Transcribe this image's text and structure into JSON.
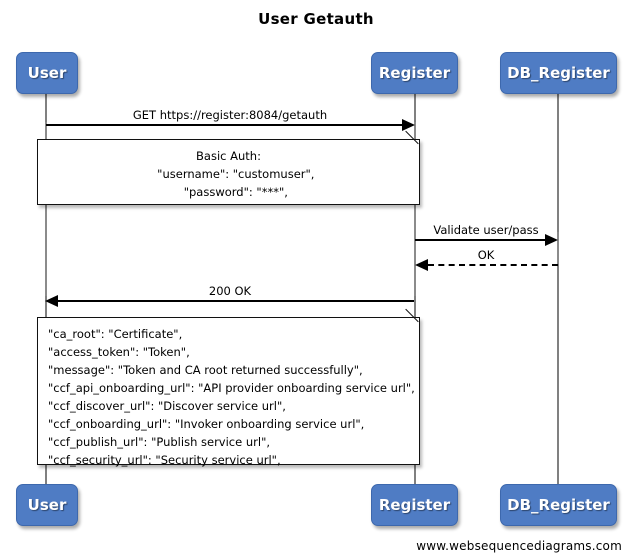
{
  "diagram": {
    "title": "User Getauth",
    "footer": "www.websequencediagrams.com",
    "colors": {
      "actor_fill": "#4f7cc4",
      "actor_border": "#3d68ad",
      "actor_text": "#ffffff",
      "lifeline": "#808080",
      "arrow": "#000000",
      "note_fill": "#ffffff",
      "note_border": "#111111",
      "background": "#ffffff"
    }
  },
  "actors": [
    {
      "id": "user",
      "label": "User"
    },
    {
      "id": "register",
      "label": "Register"
    },
    {
      "id": "db_register",
      "label": "DB_Register"
    }
  ],
  "actors_bottom": [
    {
      "id": "user",
      "label": "User"
    },
    {
      "id": "register",
      "label": "Register"
    },
    {
      "id": "db_register",
      "label": "DB_Register"
    }
  ],
  "messages": [
    {
      "id": "m1",
      "label": "GET https://register:8084/getauth",
      "from": "User",
      "to": "Register",
      "direction": "right",
      "style": "solid"
    },
    {
      "id": "m2",
      "label": "Validate user/pass",
      "from": "Register",
      "to": "DB_Register",
      "direction": "right",
      "style": "solid"
    },
    {
      "id": "m3",
      "label": "OK",
      "from": "DB_Register",
      "to": "Register",
      "direction": "left",
      "style": "dashed"
    },
    {
      "id": "m4",
      "label": "200 OK",
      "from": "Register",
      "to": "User",
      "direction": "left",
      "style": "solid"
    }
  ],
  "notes": [
    {
      "id": "note-request",
      "align": "center",
      "lines": [
        "Basic Auth:",
        "    \"username\": \"customuser\",",
        "    \"password\": \"***\","
      ]
    },
    {
      "id": "note-response",
      "align": "left",
      "lines": [
        "\"ca_root\": \"Certificate\",",
        "\"access_token\": \"Token\",",
        "\"message\": \"Token and CA root returned successfully\",",
        "\"ccf_api_onboarding_url\": \"API provider onboarding service url\",",
        "\"ccf_discover_url\": \"Discover service url\",",
        "\"ccf_onboarding_url\": \"Invoker onboarding service url\",",
        "\"ccf_publish_url\": \"Publish service url\",",
        "\"ccf_security_url\": \"Security service url\","
      ]
    }
  ]
}
